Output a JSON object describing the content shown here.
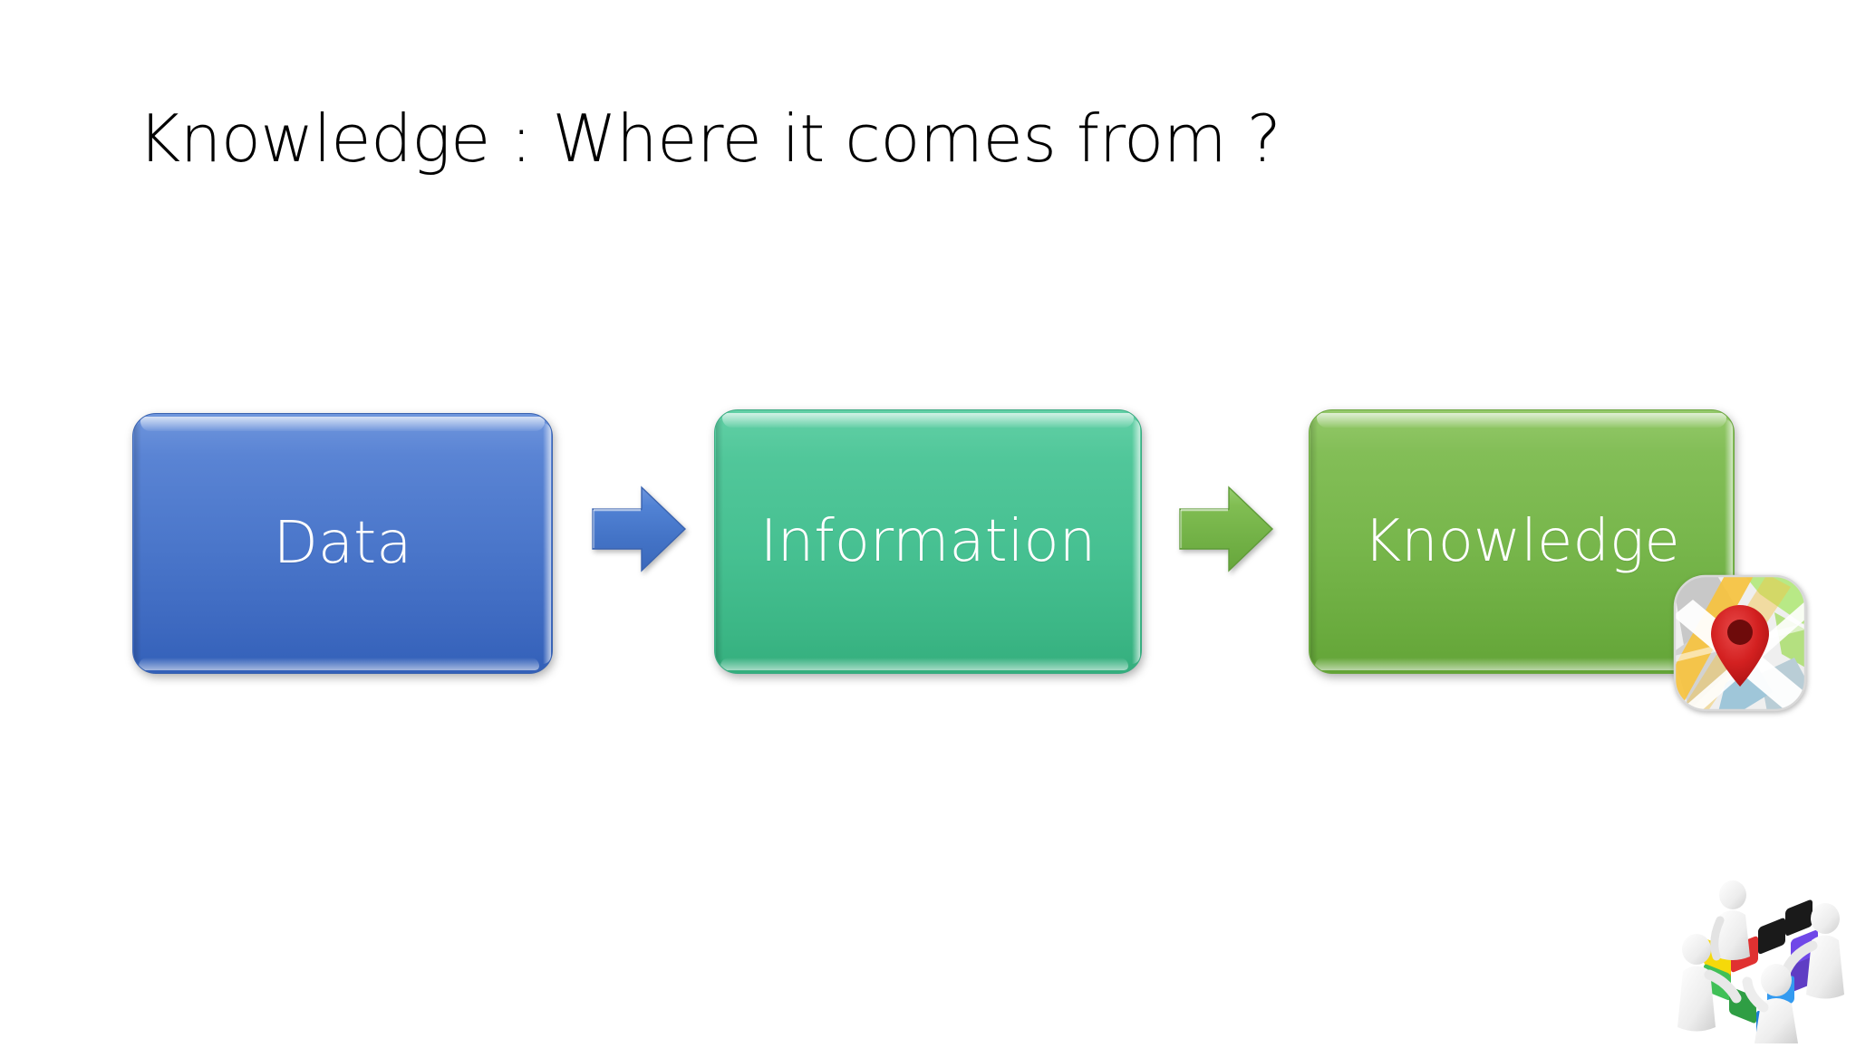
{
  "slide": {
    "title": "Knowledge : Where it comes from ?",
    "background_color": "#ffffff"
  },
  "diagram": {
    "type": "process-flow",
    "direction": "left-to-right",
    "steps": [
      {
        "id": "data",
        "label": "Data",
        "color": "#4a76ca",
        "text_color": "#ffffff"
      },
      {
        "id": "information",
        "label": "Information",
        "color": "#46c091",
        "text_color": "#ffffff"
      },
      {
        "id": "knowledge",
        "label": "Knowledge",
        "color": "#77b64b",
        "text_color": "#ffffff"
      }
    ],
    "connectors": [
      {
        "id": "arrow-1",
        "from": "data",
        "to": "information",
        "icon": "right-arrow-icon",
        "color": "#4472c4"
      },
      {
        "id": "arrow-2",
        "from": "information",
        "to": "knowledge",
        "icon": "right-arrow-icon",
        "color": "#70ad47"
      }
    ]
  },
  "decorations": {
    "map_icon": {
      "name": "map-pin-icon",
      "pin_color": "#d32020",
      "land_color": "#b8e986",
      "road_color": "#ffffff",
      "water_color": "#9fc6d9",
      "highway_color": "#f5c342"
    },
    "puzzle_clipart": {
      "name": "teamwork-puzzle-clipart",
      "figure_count": 4,
      "piece_colors": [
        "#e03131",
        "#f08c00",
        "#f5d90a",
        "#40c057",
        "#1c7ed6",
        "#7048e8",
        "#1a1a1a",
        "#c2255c"
      ]
    }
  }
}
